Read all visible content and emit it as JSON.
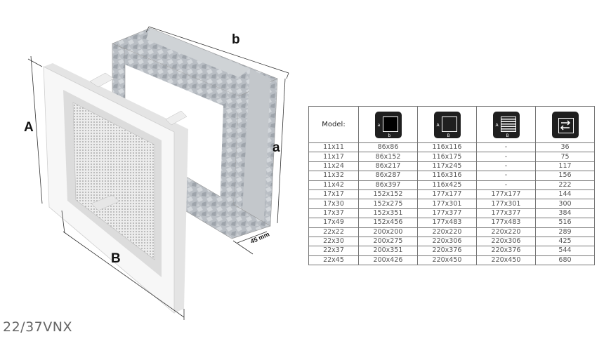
{
  "drawing": {
    "labels": {
      "b": "b",
      "a": "a",
      "A": "A",
      "B": "B",
      "depth": "45 mm"
    }
  },
  "product_code": "22/37VNX",
  "table": {
    "header_label": "Model:",
    "header_icons": [
      {
        "name": "inner-dimension-icon",
        "letters": [
          "a",
          "b"
        ]
      },
      {
        "name": "outer-dimension-icon",
        "letters": [
          "A",
          "B"
        ]
      },
      {
        "name": "louvre-grille-icon",
        "letters": [
          "A",
          "B"
        ]
      },
      {
        "name": "airflow-arrows-icon",
        "letters": []
      }
    ],
    "rows": [
      [
        "11x11",
        "86x86",
        "116x116",
        "-",
        "36"
      ],
      [
        "11x17",
        "86x152",
        "116x175",
        "-",
        "75"
      ],
      [
        "11x24",
        "86x217",
        "117x245",
        "-",
        "117"
      ],
      [
        "11x32",
        "86x287",
        "116x316",
        "-",
        "156"
      ],
      [
        "11x42",
        "86x397",
        "116x425",
        "-",
        "222"
      ],
      [
        "17x17",
        "152x152",
        "177x177",
        "177x177",
        "144"
      ],
      [
        "17x30",
        "152x275",
        "177x301",
        "177x301",
        "300"
      ],
      [
        "17x37",
        "152x351",
        "177x377",
        "177x377",
        "384"
      ],
      [
        "17x49",
        "152x456",
        "177x483",
        "177x483",
        "516"
      ],
      [
        "22x22",
        "200x200",
        "220x220",
        "220x220",
        "289"
      ],
      [
        "22x30",
        "200x275",
        "220x306",
        "220x306",
        "425"
      ],
      [
        "22x37",
        "200x351",
        "220x376",
        "220x376",
        "544"
      ],
      [
        "22x45",
        "200x426",
        "220x450",
        "220x450",
        "680"
      ]
    ]
  }
}
